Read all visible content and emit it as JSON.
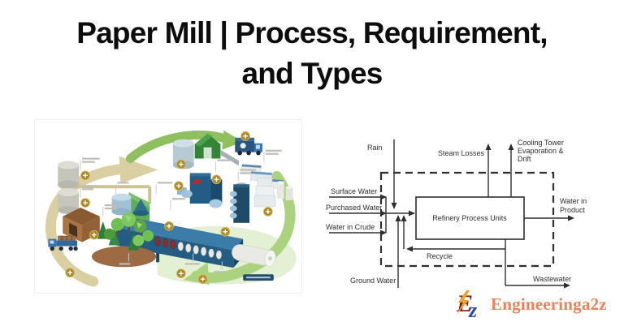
{
  "page": {
    "background": "#ffffff",
    "title": {
      "line1": "Paper Mill | Process, Requirement,",
      "line2": "and Types"
    }
  },
  "paper_mill_illustration": {
    "alt": "Isometric paper production cycle illustration",
    "elements": [
      "forest-trees",
      "logging-truck",
      "debarking-shed",
      "pulping-tanks",
      "storage-cylinder",
      "pulper-machine",
      "calender-stack",
      "long-paper-machine",
      "finished-paper-roll",
      "paper-bales",
      "recycling-building",
      "recycling-truck",
      "collected-paper-stacks",
      "recycle-green-arrows",
      "wood-flow-tan-arrow",
      "plus-badge-icons"
    ],
    "colors": {
      "arrow_tan": "#DACFA2",
      "arrow_green": "#9BC76A",
      "wash_green": "#D9EBC4",
      "machine_blue": "#255C82",
      "tree_green": "#5BA544",
      "earth_brown": "#9C6B43",
      "badge_gold": "#A8872D"
    }
  },
  "water_flow_diagram": {
    "process_box": "Refinery Process Units",
    "inputs": {
      "rain": "Rain",
      "surface_water": "Surface Water",
      "purchased_water": "Purchased Water",
      "water_in_crude": "Water in Crude",
      "ground_water": "Ground Water"
    },
    "outputs": {
      "steam_losses": "Steam Losses",
      "cooling_line1": "Cooling Tower",
      "cooling_line2": "Evaporation &",
      "cooling_line3": "Drift",
      "water_in_product_line1": "Water in",
      "water_in_product_line2": "Product",
      "wastewater": "Wastewater"
    },
    "internal": {
      "recycle": "Recycle"
    },
    "stroke_color": "#2e2e2e"
  },
  "logo": {
    "text": "Engineeringa2z",
    "text_color": "#e8845c",
    "icon": {
      "letter_e": "E",
      "letter_z": "z",
      "e_color": "#7B1D1D",
      "z_color": "#2B4F9E",
      "bolt_color": "#F0A22E"
    }
  }
}
